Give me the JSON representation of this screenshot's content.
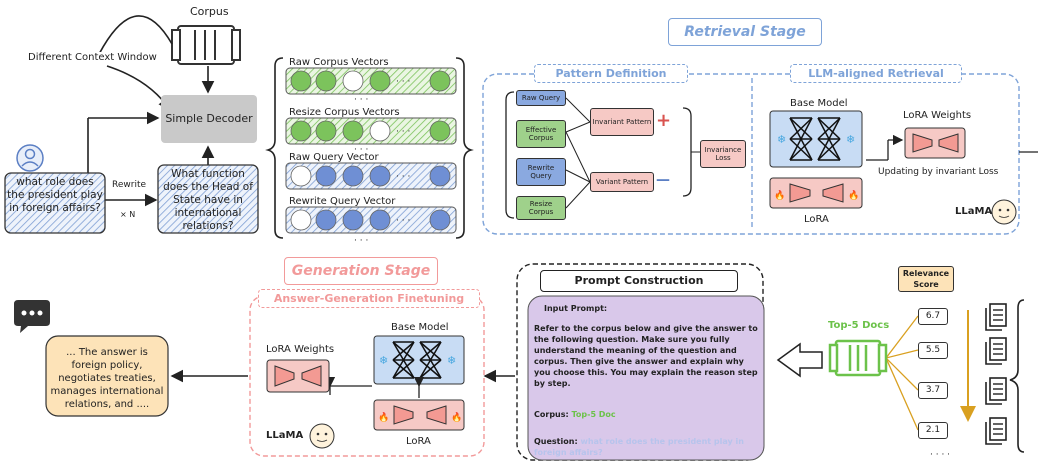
{
  "left": {
    "corpus_label": "Corpus",
    "different_context_label": "Different Context Window",
    "simple_decoder_label": "Simple Decoder",
    "query_original": "what role does the president play in foreign affairs?",
    "rewrite_label": "Rewrite",
    "times_label": "× N",
    "query_rewritten": "What function does the Head of State have in international relations?"
  },
  "vectors": {
    "raw_corpus": "Raw Corpus Vectors",
    "resize_corpus": "Resize Corpus Vectors",
    "raw_query": "Raw Query Vector",
    "rewrite_query": "Rewrite Query Vector",
    "ellipsis": "· · ·",
    "inner_ellipsis": "· · ·"
  },
  "retrieval": {
    "title": "Retrieval Stage",
    "pattern_title": "Pattern Definition",
    "aligned_title": "LLM-aligned Retrieval",
    "raw_query": "Raw Query",
    "effective_corpus": "Effective Corpus",
    "rewrite_query": "Rewrite Query",
    "resize_corpus": "Resize Corpus",
    "invariant_pattern": "Invariant Pattern",
    "variant_pattern": "Variant Pattern",
    "invariance_loss": "Invariance Loss",
    "plus": "+",
    "minus": "—",
    "base_model": "Base Model",
    "lora_weights": "LoRA Weights",
    "updating": "Updating by invariant Loss",
    "lora": "LoRA",
    "llama": "LLaMA"
  },
  "prompt": {
    "title": "Prompt Construction",
    "input_label": "Input Prompt:",
    "body": "Refer to the corpus below and give the answer to the following question. Make sure you fully understand the meaning of the question and corpus. Then give the answer and explain why you choose this. You may explain the reason step by step.",
    "corpus_label": "Corpus:",
    "corpus_value": "Top-5 Doc",
    "question_label": "Question:",
    "question_value": "what role does the president play in foreign affairs?"
  },
  "relevance": {
    "title": "Relevance Score",
    "top5": "Top-5 Docs",
    "scores": [
      "6.7",
      "5.5",
      "3.7",
      "2.1"
    ],
    "dots": "· · · ·"
  },
  "generation": {
    "title": "Generation Stage",
    "finetune_title": "Answer-Generation Finetuning",
    "lora_weights": "LoRA Weights",
    "base_model": "Base Model",
    "lora": "LoRA",
    "llama": "LLaMA",
    "answer": "... The answer is foreign policy, negotiates treaties, manages international relations, and ...."
  },
  "colors": {
    "retrieval_blue": "#7ea3d8",
    "generation_pink": "#f29a9a",
    "green_fill": "#9fd18b",
    "blue_fill": "#8aa9e0",
    "pink_fill": "#f6c9c5",
    "purple_fill": "#d9c8ea",
    "orange_fill": "#fde3b8",
    "corpus_green": "#6cc24a",
    "arrow_gold": "#d9a020"
  }
}
